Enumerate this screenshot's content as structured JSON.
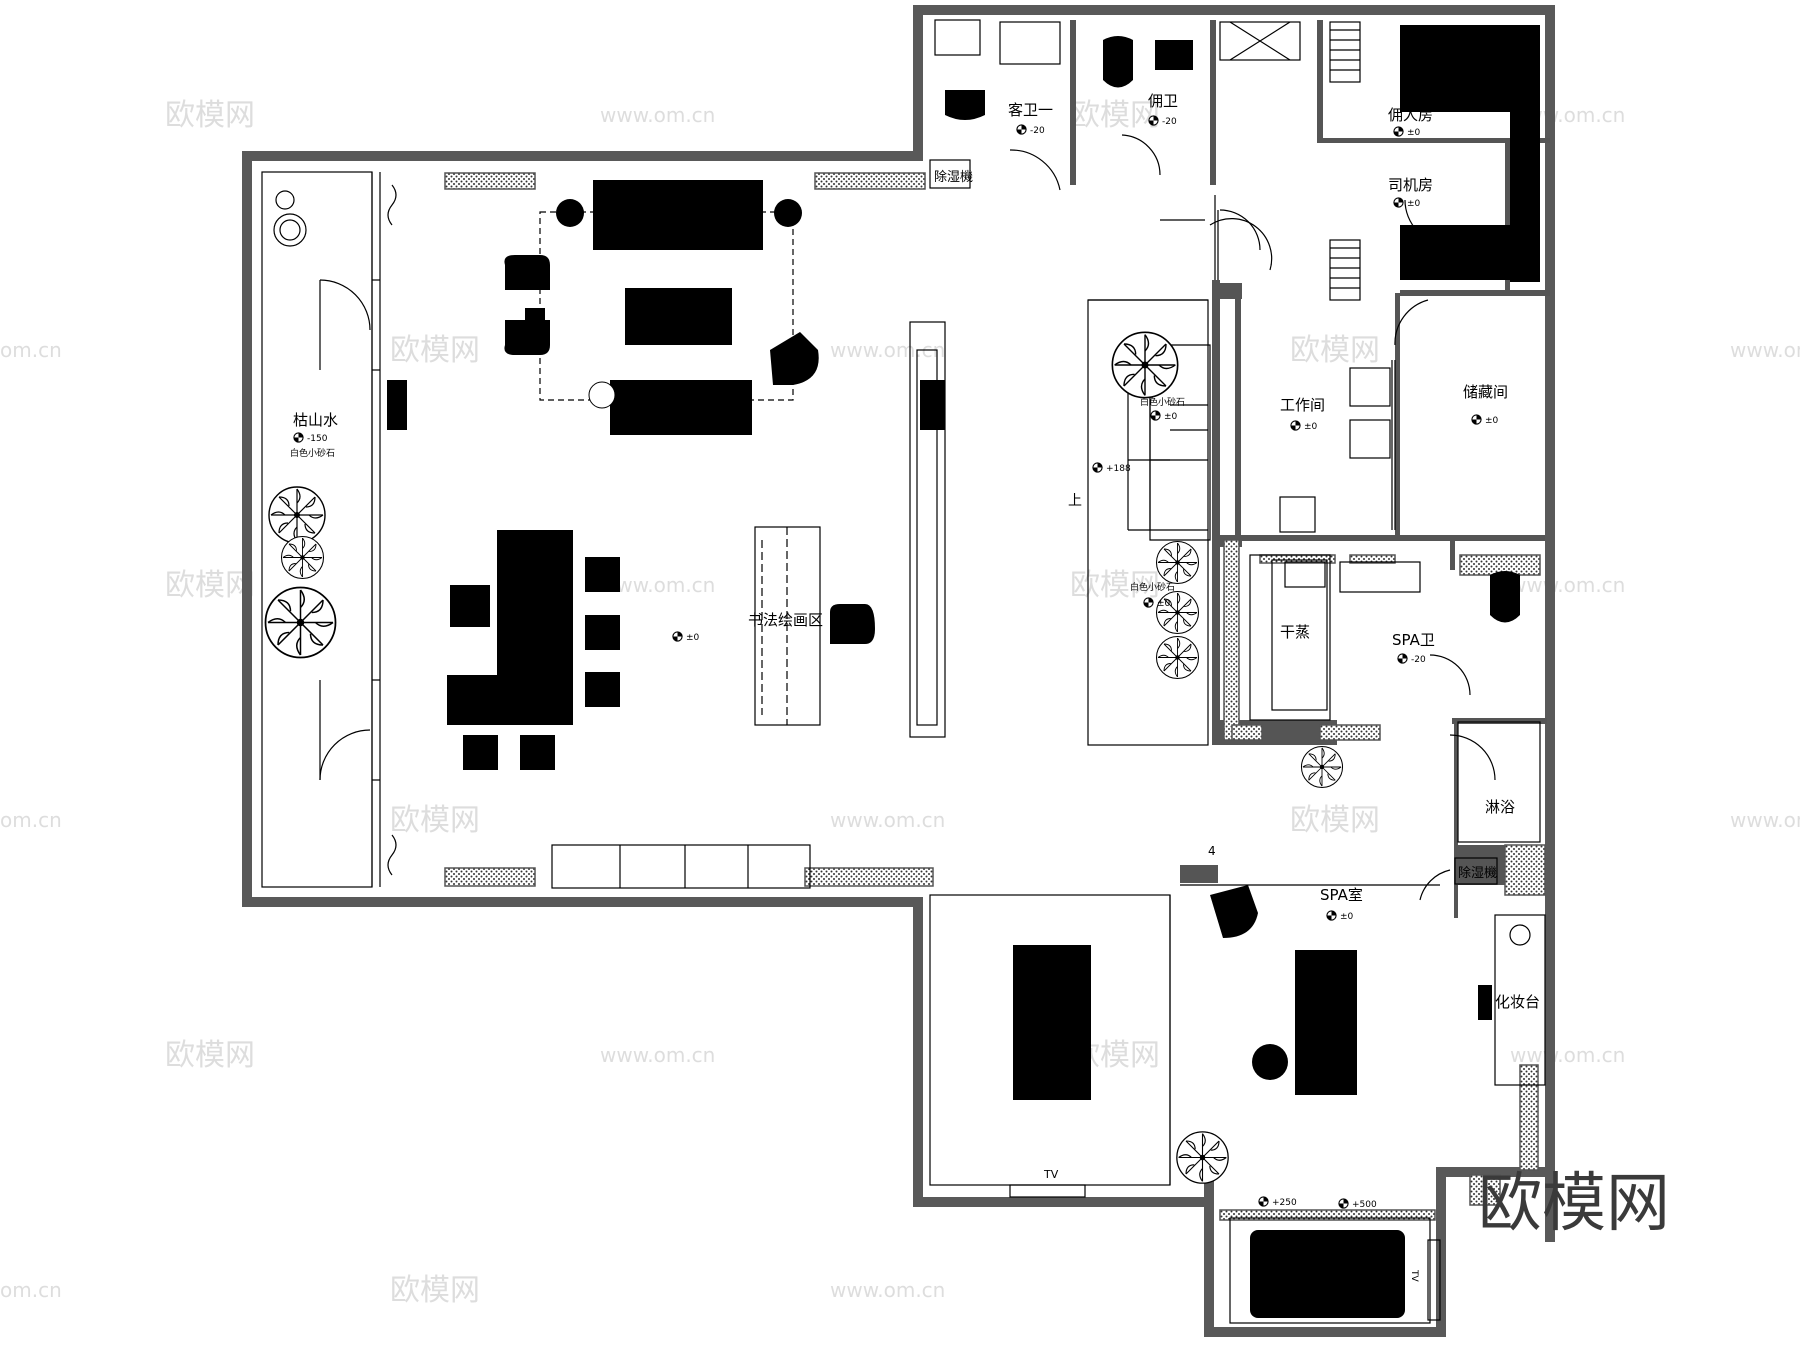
{
  "plan": {
    "rooms": {
      "rock_garden": {
        "name": "枯山水",
        "level": "-150",
        "note": "白色小砂石"
      },
      "calligraphy": {
        "name": "书法绘画区",
        "level": "±0"
      },
      "guest_wc": {
        "name": "客卫一",
        "level": "-20"
      },
      "maid_wc": {
        "name": "佣卫",
        "level": "-20"
      },
      "maid_room": {
        "name": "佣人房",
        "level": "±0"
      },
      "driver_room": {
        "name": "司机房",
        "level": "±0"
      },
      "workroom": {
        "name": "工作间",
        "level": "±0"
      },
      "storage": {
        "name": "储藏间",
        "level": "±0"
      },
      "dry_sauna": {
        "name": "干蒸"
      },
      "spa_wc": {
        "name": "SPA卫",
        "level": "-20"
      },
      "shower": {
        "name": "淋浴"
      },
      "spa_room": {
        "name": "SPA室",
        "level": "±0"
      },
      "vanity": {
        "name": "化妆台"
      }
    },
    "labels": {
      "dehumidifier": "除湿機",
      "stair_up": "上",
      "stair_level": "+188",
      "gravel": "白色小砂石",
      "gravel_level": "±0",
      "tv": "TV",
      "pool_level_1": "+250",
      "pool_level_2": "+500",
      "tag_4": "4"
    },
    "watermark": {
      "brand": "欧模网",
      "small": "欧模网",
      "url": "www.om.cn",
      "url_short": "om.cn"
    }
  }
}
